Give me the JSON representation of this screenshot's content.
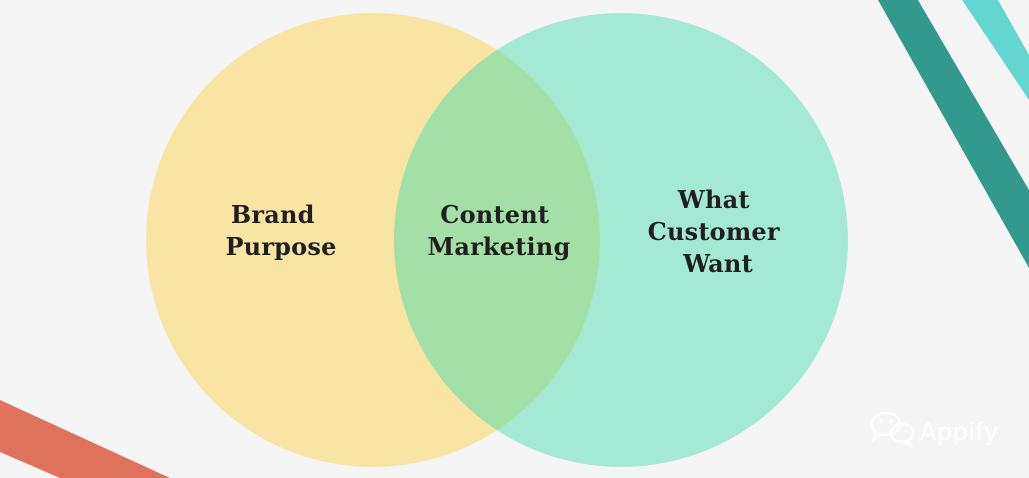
{
  "colors": {
    "background": "#f5f5f5",
    "left_circle": "#f9e5a3",
    "right_circle": "#a3e9d4",
    "overlap": "#a3e0a6",
    "stripe_dark": "#329a8d",
    "stripe_light": "#63d7cf",
    "stripe_coral": "#e0715b",
    "label_text": "#1f1f1f",
    "watermark": "#ffffff"
  },
  "diagram": {
    "left": {
      "lines": [
        "Brand",
        "Purpose"
      ]
    },
    "overlap": {
      "lines": [
        "Content",
        "Marketing"
      ]
    },
    "right": {
      "lines": [
        "What",
        "Customer",
        "Want"
      ]
    }
  },
  "watermark": {
    "icon": "wechat-icon",
    "text": "Appify"
  }
}
